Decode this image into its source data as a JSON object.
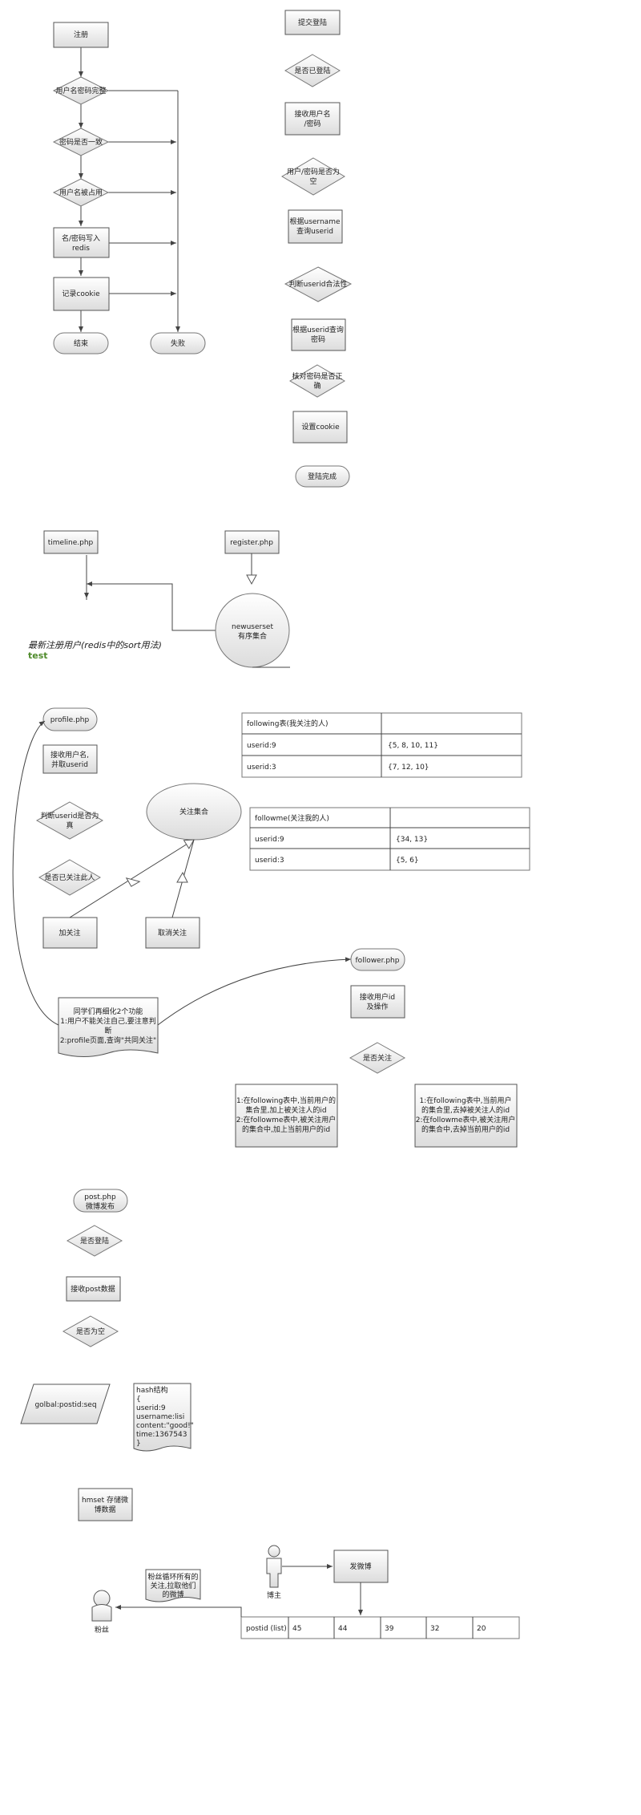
{
  "register_flow": {
    "start": "注册",
    "step1": "用户名密码完整",
    "step2": "密码是否一致",
    "step3": "用户名被占用",
    "step4": [
      "名/密码写入",
      "redis"
    ],
    "step5": "记录cookie",
    "end": "结束",
    "fail": "失败"
  },
  "login_flow": {
    "s1": "提交登陆",
    "s2": "是否已登陆",
    "s3": [
      "接收用户名",
      "/密码"
    ],
    "s4": [
      "用户/密码是否为",
      "空"
    ],
    "s5": [
      "根据username",
      "查询userid"
    ],
    "s6": "判断userid合法性",
    "s7": [
      "根据userid查询",
      "密码"
    ],
    "s8": [
      "核对密码是否正",
      "确"
    ],
    "s9": "设置cookie",
    "s10": "登陆完成"
  },
  "newuser": {
    "timeline": "timeline.php",
    "register": "register.php",
    "set": [
      "newuserset",
      "有序集合"
    ],
    "note": "最新注册用户(redis中的sort用法)",
    "test": "test"
  },
  "profile": {
    "title": "profile.php",
    "recv": [
      "接收用户名,",
      "并取userid"
    ],
    "check_valid": [
      "判断userid是否为",
      "真"
    ],
    "check_follow": "是否已关注此人",
    "add": "加关注",
    "cancel": "取消关注",
    "follow_set": "关注集合",
    "note": [
      "同学们再细化2个功能",
      "1:用户不能关注自己,要注意判",
      "断",
      "2:profile页面,查询\"共同关注\""
    ]
  },
  "following_table": {
    "header": [
      "following表(我关注的人)",
      ""
    ],
    "rows": [
      [
        "userid:9",
        "{5, 8, 10, 11}"
      ],
      [
        "userid:3",
        "{7, 12, 10}"
      ]
    ]
  },
  "followme_table": {
    "header": [
      "followme(关注我的人)",
      ""
    ],
    "rows": [
      [
        "userid:9",
        "{34, 13}"
      ],
      [
        "userid:3",
        "{5, 6}"
      ]
    ]
  },
  "follower": {
    "title": "follower.php",
    "recv": [
      "接收用户id",
      "及操作"
    ],
    "check": "是否关注",
    "box_left": [
      "1:在following表中,当前用户的",
      "集合里,加上被关注人的id",
      "2:在followme表中,被关注用户",
      "的集合中,加上当前用户的id"
    ],
    "box_right": [
      "1:在following表中,当前用户",
      "的集合里,去掉被关注人的id",
      "2:在followme表中,被关注用户",
      "的集合中,去掉当前用户的id"
    ]
  },
  "post": {
    "title": [
      "post.php",
      "微博发布"
    ],
    "login": "是否登陆",
    "recv": "接收post数据",
    "empty": "是否为空",
    "seq": "golbal:postid:seq",
    "hash": [
      "hash结构",
      "{",
      "userid:9",
      "username:lisi",
      "content:\"good!\"",
      "time:1367543",
      "}"
    ],
    "hmset": [
      "hmset 存储微",
      "博数据"
    ]
  },
  "push": {
    "blogger": "博主",
    "publish": "发微博",
    "fan": "粉丝",
    "note": [
      "粉丝循环所有的",
      "关注,拉取他们",
      "的微博"
    ],
    "list_label": "postid (list)",
    "list_values": [
      "45",
      "44",
      "39",
      "32",
      "20"
    ]
  }
}
